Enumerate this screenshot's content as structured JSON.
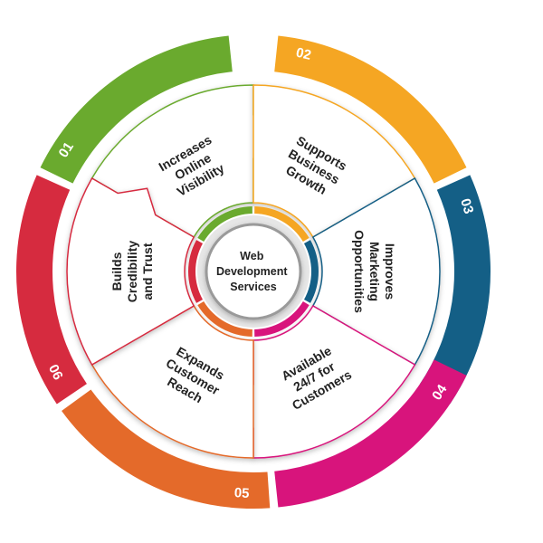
{
  "center": {
    "lines": [
      "Web",
      "Development",
      "Services"
    ]
  },
  "segments": [
    {
      "number": "01",
      "lines": [
        "Increases",
        "Online",
        "Visibility"
      ],
      "color": "#6aaa2e"
    },
    {
      "number": "02",
      "lines": [
        "Supports",
        "Business",
        "Growth"
      ],
      "color": "#f5a623"
    },
    {
      "number": "03",
      "lines": [
        "Improves",
        "Marketing",
        "Opportunities"
      ],
      "color": "#145f86"
    },
    {
      "number": "04",
      "lines": [
        "Available",
        "24/7 for",
        "Customers"
      ],
      "color": "#d8147c"
    },
    {
      "number": "05",
      "lines": [
        "Expands",
        "Customer",
        "Reach"
      ],
      "color": "#e46a2a"
    },
    {
      "number": "06",
      "lines": [
        "Builds",
        "Credibility",
        "and Trust"
      ],
      "color": "#d62b3f"
    }
  ]
}
